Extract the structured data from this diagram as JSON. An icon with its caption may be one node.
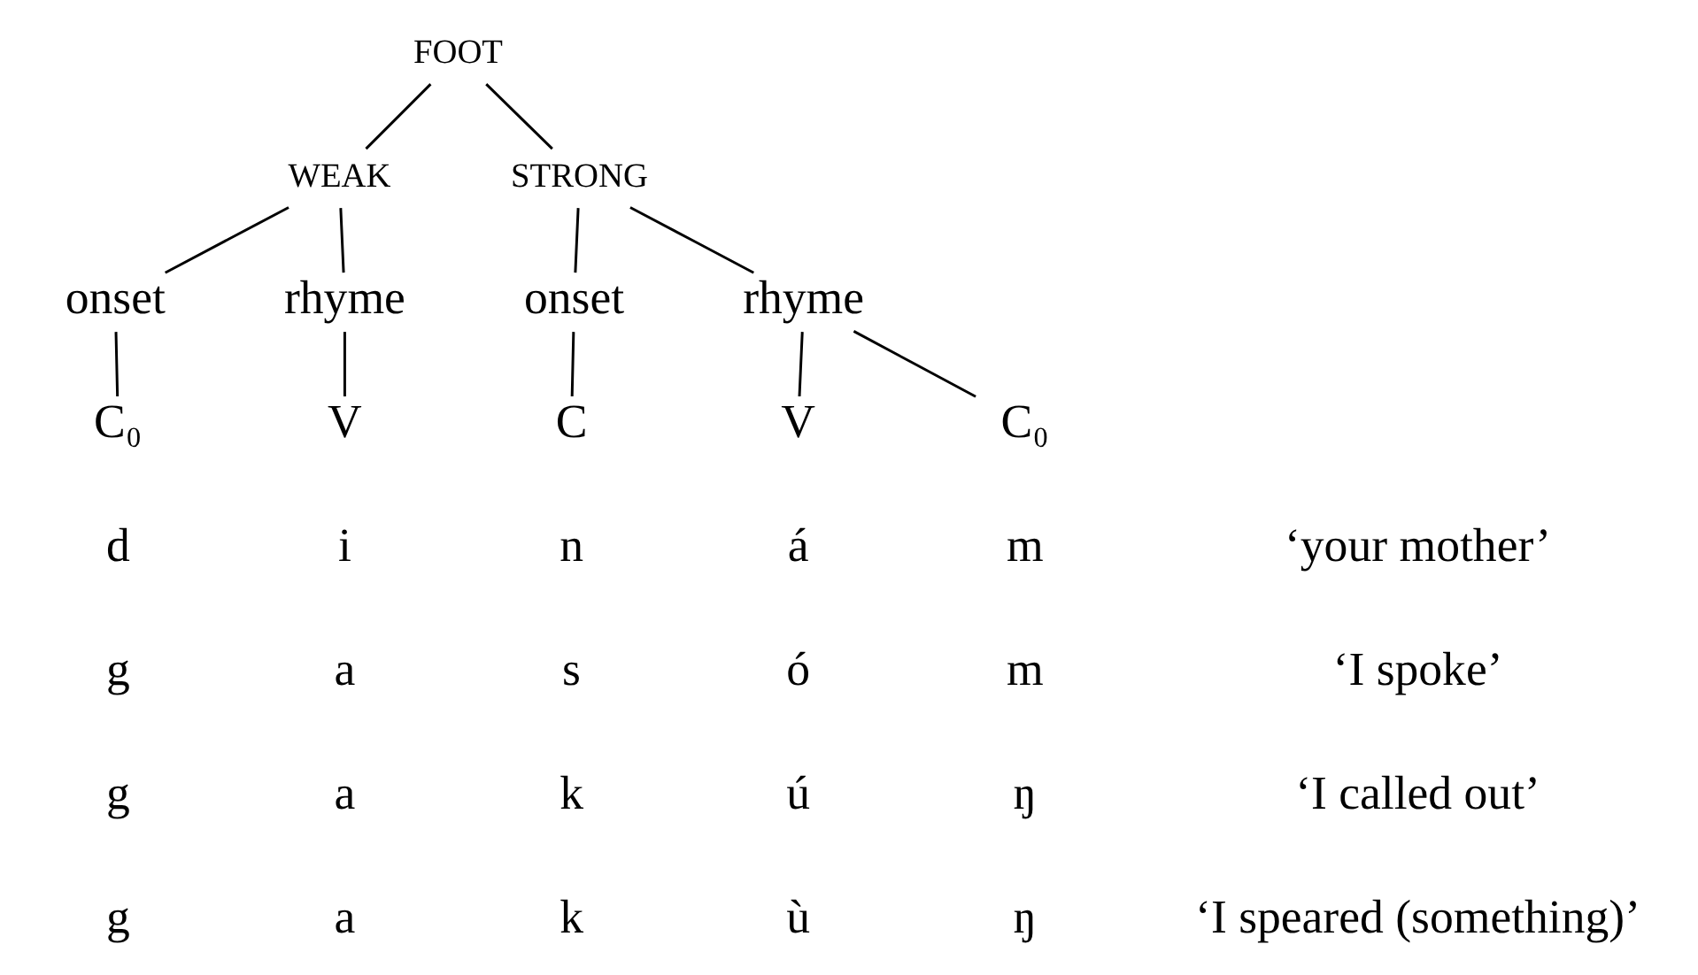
{
  "diagram": {
    "nodes": [
      {
        "text": [
          "FOOT"
        ]
      },
      {
        "text": [
          "WEAK"
        ]
      },
      {
        "text": [
          "STRONG"
        ]
      },
      {
        "text": [
          "onset"
        ]
      },
      {
        "text": [
          "rhyme"
        ]
      },
      {
        "text": [
          "onset"
        ]
      },
      {
        "text": [
          "rhyme"
        ]
      },
      {
        "text": [
          "C₀"
        ]
      },
      {
        "text": [
          "V"
        ]
      },
      {
        "text": [
          "C"
        ]
      },
      {
        "text": [
          "V"
        ]
      },
      {
        "text": [
          "C₀"
        ]
      }
    ],
    "edges": [
      {
        "from": 0,
        "to": 1,
        "arrow": "none"
      },
      {
        "from": 0,
        "to": 2,
        "arrow": "none"
      },
      {
        "from": 1,
        "to": 3,
        "arrow": "none"
      },
      {
        "from": 1,
        "to": 4,
        "arrow": "none"
      },
      {
        "from": 2,
        "to": 5,
        "arrow": "none"
      },
      {
        "from": 2,
        "to": 6,
        "arrow": "none"
      },
      {
        "from": 3,
        "to": 7,
        "arrow": "none"
      },
      {
        "from": 4,
        "to": 8,
        "arrow": "none"
      },
      {
        "from": 5,
        "to": 9,
        "arrow": "none"
      },
      {
        "from": 6,
        "to": 10,
        "arrow": "none"
      },
      {
        "from": 6,
        "to": 11,
        "arrow": "none"
      }
    ],
    "labels": [
      "d",
      "i",
      "n",
      "á",
      "m",
      "‘your mother’",
      "g",
      "a",
      "s",
      "ó",
      "m",
      "‘I spoke’",
      "g",
      "a",
      "k",
      "ú",
      "ŋ",
      "‘I called out’",
      "g",
      "a",
      "k",
      "ù",
      "ŋ",
      "‘I speared (something)’"
    ]
  }
}
